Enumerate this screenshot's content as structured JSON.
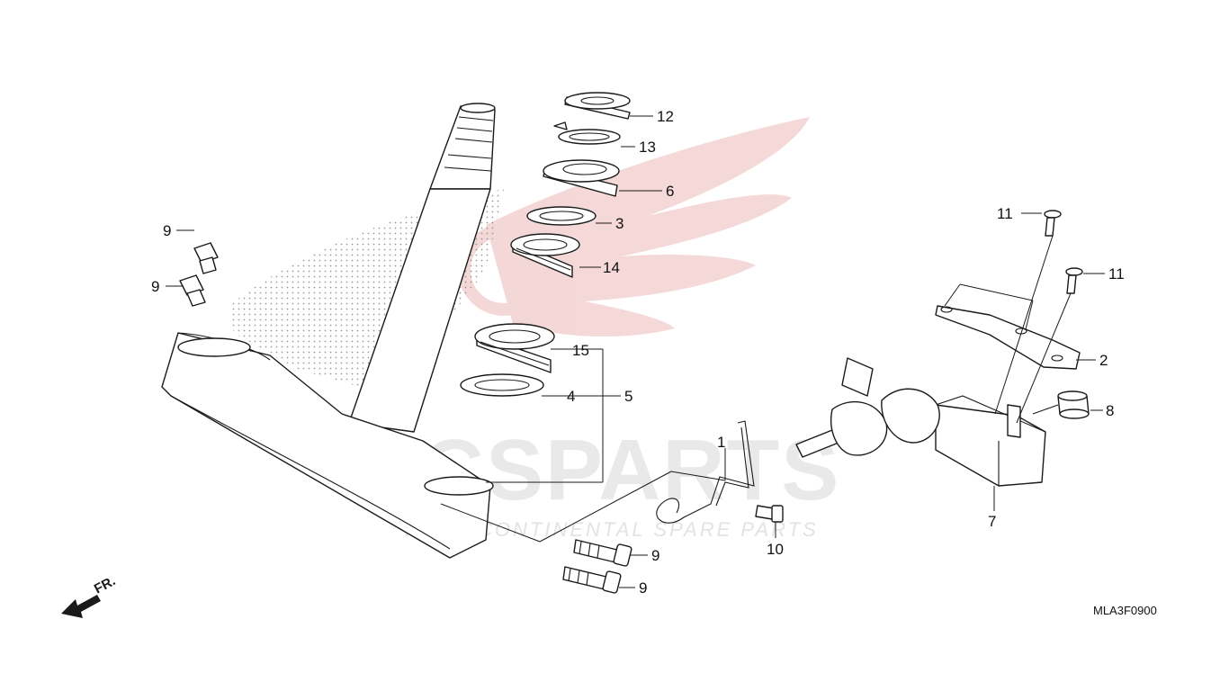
{
  "diagram": {
    "code": "MLA3F0900",
    "direction_label": "FR.",
    "watermark": {
      "brand": "ICSPARTS",
      "tagline": "INTERCONTINENTAL SPARE PARTS"
    },
    "callouts": {
      "c1": "1",
      "c2": "2",
      "c3": "3",
      "c4": "4",
      "c5": "5",
      "c6": "6",
      "c7": "7",
      "c8": "8",
      "c9a": "9",
      "c9b": "9",
      "c9c": "9",
      "c9d": "9",
      "c10": "10",
      "c11a": "11",
      "c11b": "11",
      "c12": "12",
      "c13": "13",
      "c14": "14",
      "c15": "15"
    },
    "colors": {
      "line": "#1a1a1a",
      "watermark_red": "#e8a9a9",
      "watermark_gray": "#e6e6e6"
    }
  }
}
